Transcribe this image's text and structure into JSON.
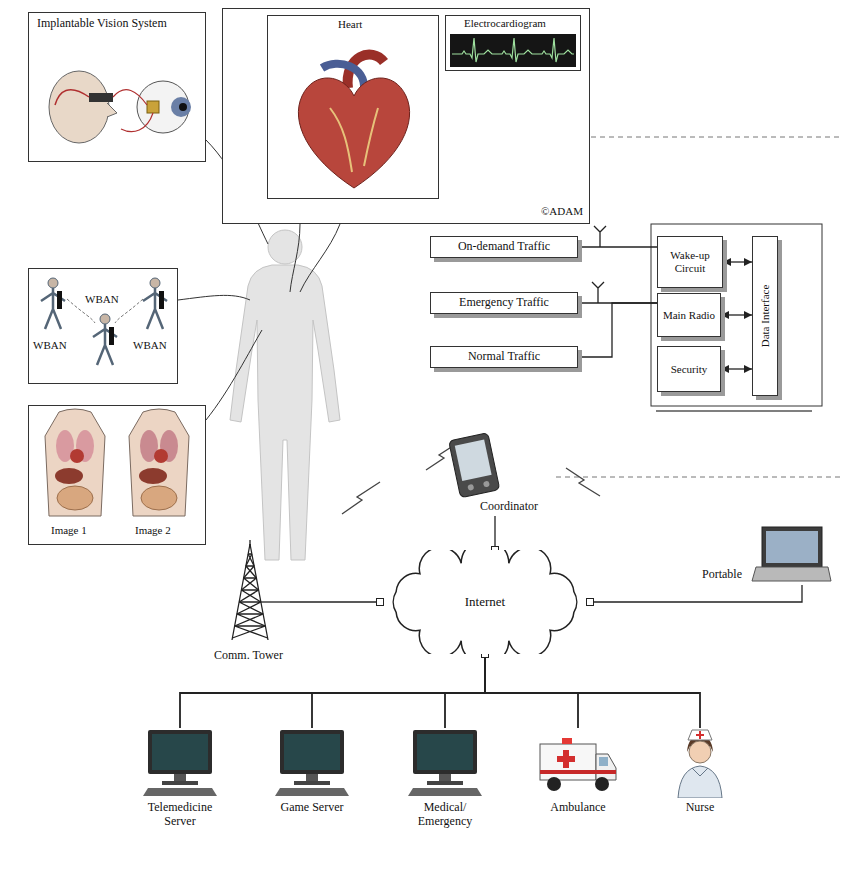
{
  "diagram": {
    "nodes": [
      {
        "text": [
          "Implantable Vision System"
        ]
      },
      {
        "text": [
          "©ADAM"
        ]
      },
      {
        "text": [
          "Heart"
        ],
        "in": 1
      },
      {
        "text": [
          "Electrocardiogram"
        ],
        "in": 1
      },
      {
        "text": [
          "On-demand Traffic"
        ]
      },
      {
        "text": [
          "Emergency Traffic"
        ]
      },
      {
        "text": [
          "Normal Traffic"
        ]
      },
      {
        "text": [
          "Wake-up Circuit"
        ]
      },
      {
        "text": [
          "Main Radio"
        ]
      },
      {
        "text": [
          "Security"
        ]
      },
      {
        "text": [
          "Data Interface"
        ]
      },
      {
        "text": [
          "WBAN",
          "WBAN",
          "WBAN"
        ]
      },
      {
        "text": [
          "Image 1",
          "Image 2"
        ]
      },
      {
        "text": [
          "Coordinator"
        ]
      },
      {
        "text": [
          "Internet"
        ]
      },
      {
        "text": [
          "Portable"
        ]
      },
      {
        "text": [
          "Comm. Tower"
        ]
      },
      {
        "text": [
          "Telemedicine Server"
        ]
      },
      {
        "text": [
          "Game Server"
        ]
      },
      {
        "text": [
          "Medical/ Emergency"
        ]
      },
      {
        "text": [
          "Ambulance"
        ]
      },
      {
        "text": [
          "Nurse"
        ]
      }
    ],
    "edges": [
      {
        "from": 4,
        "to": 7,
        "arrow": "none"
      },
      {
        "from": 5,
        "to": 8,
        "arrow": "none"
      },
      {
        "from": 6,
        "to": 8,
        "arrow": "none"
      },
      {
        "from": 10,
        "to": 7,
        "arrow": "both"
      },
      {
        "from": 10,
        "to": 8,
        "arrow": "both"
      },
      {
        "from": 10,
        "to": 9,
        "arrow": "both"
      },
      {
        "from": 13,
        "to": 14,
        "arrow": "none"
      },
      {
        "from": 14,
        "to": 15,
        "arrow": "none"
      },
      {
        "from": 14,
        "to": 16,
        "arrow": "none"
      },
      {
        "from": 14,
        "to": 17,
        "arrow": "none"
      },
      {
        "from": 14,
        "to": 18,
        "arrow": "none"
      },
      {
        "from": 14,
        "to": 19,
        "arrow": "none"
      },
      {
        "from": 14,
        "to": 20,
        "arrow": "none"
      },
      {
        "from": 14,
        "to": 21,
        "arrow": "none"
      }
    ]
  }
}
